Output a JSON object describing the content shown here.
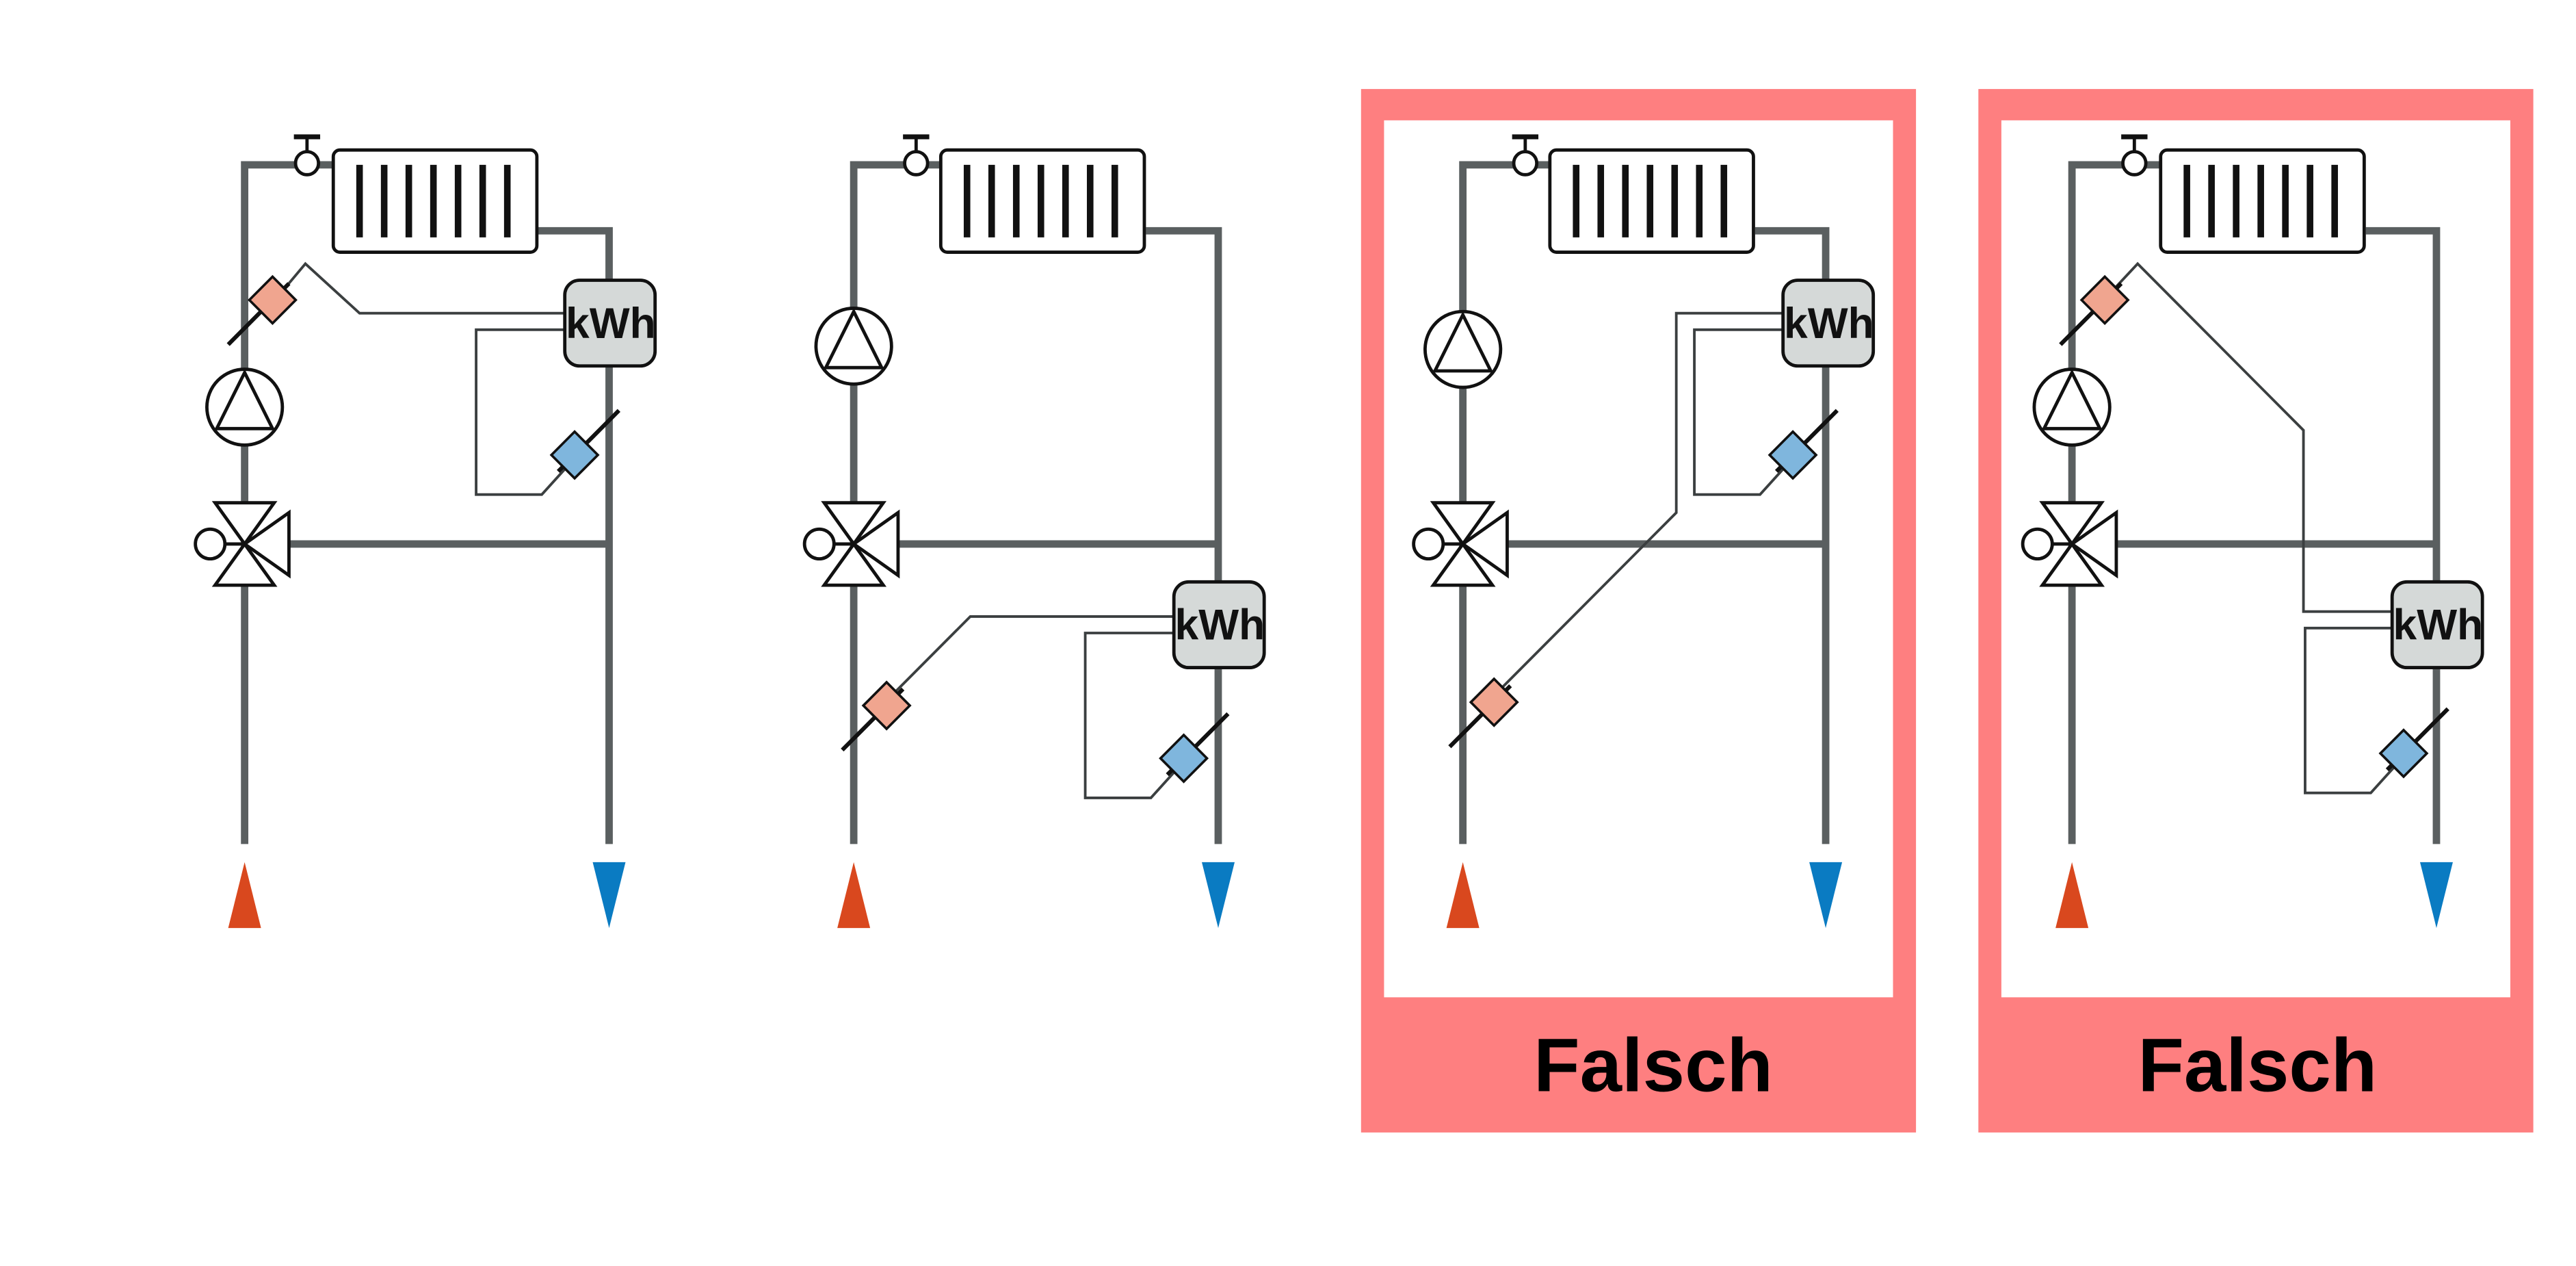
{
  "meter_label": "kWh",
  "panels": [
    {
      "id": "panel-1",
      "variant": "return-mixing-meter-top",
      "marked_wrong": false,
      "verdict": ""
    },
    {
      "id": "panel-2",
      "variant": "meter-below-mixing-valve",
      "marked_wrong": false,
      "verdict": ""
    },
    {
      "id": "panel-3",
      "variant": "supply-sensor-below-valve-meter-top",
      "marked_wrong": true,
      "verdict": "Falsch"
    },
    {
      "id": "panel-4",
      "variant": "meter-below-supply-sensor-top",
      "marked_wrong": true,
      "verdict": "Falsch"
    }
  ],
  "colors": {
    "pipe": "#5a5f60",
    "supply_arrow": "#d9481e",
    "return_arrow": "#0a7bc2",
    "supply_sensor": "#f0a58f",
    "return_sensor": "#7fb6dd",
    "meter_fill": "#d5d9d8",
    "wrong_frame": "#fe7f80"
  },
  "icons": [
    "radiator-icon",
    "vent-valve-icon",
    "pump-icon",
    "three-way-valve-icon",
    "heat-meter-icon",
    "temperature-sensor-icon",
    "supply-arrow-icon",
    "return-arrow-icon"
  ]
}
